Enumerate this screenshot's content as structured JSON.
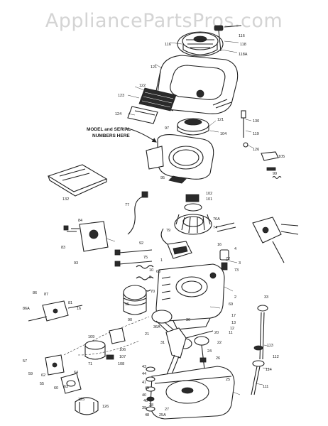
{
  "watermark": "AppliancePartsPros.com",
  "note": [
    "MODEL and SERIAL",
    "NUMBERS HERE"
  ],
  "callouts": [
    "116",
    "118",
    "118A",
    "116",
    "121",
    "122",
    "123",
    "124",
    "121",
    "104",
    "130",
    "119",
    "126",
    "97",
    "95",
    "132",
    "105",
    "99",
    "102",
    "101",
    "77",
    "79",
    "84",
    "83",
    "93",
    "92",
    "76A",
    "74",
    "16",
    "75",
    "10",
    "8",
    "3",
    "72",
    "73",
    "4",
    "2",
    "1",
    "68",
    "70",
    "69",
    "17",
    "15",
    "90",
    "86",
    "87",
    "86A",
    "81",
    "16",
    "57",
    "62",
    "55",
    "36",
    "36A",
    "31",
    "21",
    "20",
    "22",
    "24",
    "26",
    "13",
    "11",
    "12",
    "109",
    "106",
    "107",
    "108",
    "71",
    "59",
    "60",
    "63",
    "64",
    "125",
    "126",
    "43",
    "44",
    "41",
    "45",
    "40",
    "46",
    "39",
    "48",
    "38",
    "25A",
    "27",
    "25",
    "33",
    "113",
    "112",
    "114",
    "111",
    "110"
  ]
}
